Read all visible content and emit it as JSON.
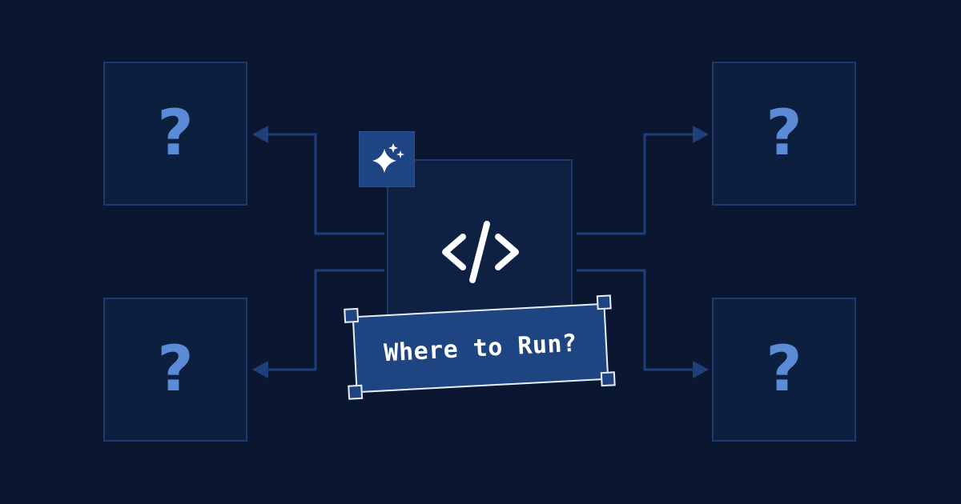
{
  "label": {
    "text": "Where to Run?"
  },
  "boxes": [
    {
      "id": "top-left",
      "symbol": "?"
    },
    {
      "id": "top-right",
      "symbol": "?"
    },
    {
      "id": "bottom-left",
      "symbol": "?"
    },
    {
      "id": "bottom-right",
      "symbol": "?"
    }
  ],
  "center": {
    "icon": "code-brackets-icon",
    "badge_icon": "sparkle-icon"
  },
  "colors": {
    "background": "#0b1731",
    "box_fill": "#0d1f3f",
    "box_border": "#1c3a70",
    "connector": "#1f3f78",
    "question_mark": "#5b8ad6",
    "label_fill": "#1f4482",
    "label_border": "#e8eef8",
    "label_text": "#ffffff"
  }
}
